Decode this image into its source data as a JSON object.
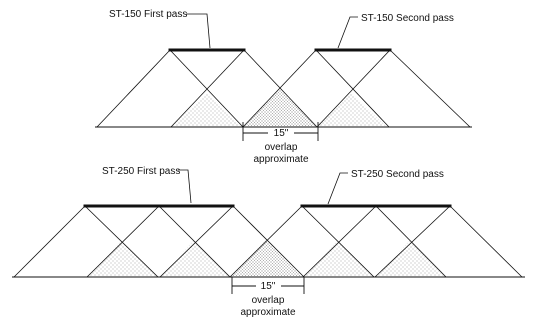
{
  "diagrams": [
    {
      "first_pass_label": "ST-150 First pass",
      "second_pass_label": "ST-150 Second pass",
      "overlap_value": "15\"",
      "overlap_line1": "overlap",
      "overlap_line2": "approximate"
    },
    {
      "first_pass_label": "ST-250 First pass",
      "second_pass_label": "ST-250 Second pass",
      "overlap_value": "15\"",
      "overlap_line1": "overlap",
      "overlap_line2": "approximate"
    }
  ],
  "colors": {
    "line": "#111111",
    "stipple": "#9a9a9a",
    "background": "#ffffff"
  }
}
